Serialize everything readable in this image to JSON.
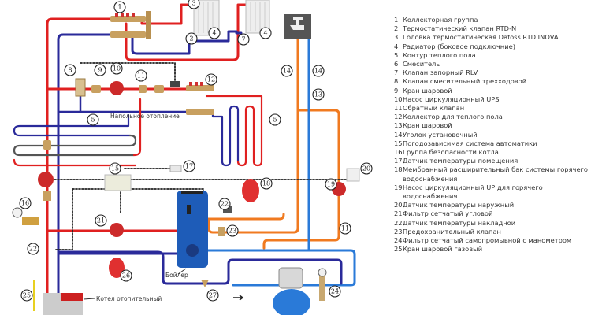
{
  "diagram": {
    "labels": {
      "floor_heating": "Напольное отопление",
      "boiler": "Бойлер",
      "heating_boiler": "Котел отопительный"
    },
    "colors": {
      "supply_hot": "#e02020",
      "return_cold": "#2a2a9a",
      "dhw_hot": "#f07a20",
      "cold_water": "#2a7ad8",
      "control_line": "#222222",
      "boiler_tank": "#1e5cb8",
      "expansion_tank": "#e03030"
    },
    "callouts": [
      "1",
      "2",
      "3",
      "4",
      "4",
      "5",
      "5",
      "7",
      "8",
      "9",
      "10",
      "11",
      "11",
      "12",
      "13",
      "14",
      "14",
      "15",
      "16",
      "17",
      "18",
      "19",
      "20",
      "21",
      "22",
      "22",
      "23",
      "24",
      "25",
      "26",
      "27"
    ]
  },
  "legend": {
    "items": [
      {
        "num": "1",
        "text": "Коллекторная группа"
      },
      {
        "num": "2",
        "text": "Термостатический клапан RTD-N"
      },
      {
        "num": "3",
        "text": "Головка термостатическая Dafoss RTD  INOVA"
      },
      {
        "num": "4",
        "text": "Радиатор (боковое подключние)"
      },
      {
        "num": "5",
        "text": "Контур теплого пола"
      },
      {
        "num": "6",
        "text": "Смеситель"
      },
      {
        "num": "7",
        "text": "Клапан запорный RLV"
      },
      {
        "num": "8",
        "text": "Клапан смесительный трехходовой"
      },
      {
        "num": "9",
        "text": "Кран шаровой"
      },
      {
        "num": "10",
        "text": "Насос циркуляционный UPS"
      },
      {
        "num": "11",
        "text": "Обратный клапан"
      },
      {
        "num": "12",
        "text": "Коллектор для теплого пола"
      },
      {
        "num": "13",
        "text": "Кран шаровой"
      },
      {
        "num": "14",
        "text": "Уголок установочный"
      },
      {
        "num": "15",
        "text": "Погодозависимая система автоматики"
      },
      {
        "num": "16",
        "text": "Группа безопасности котла"
      },
      {
        "num": "17",
        "text": "Датчик температуры помещения"
      },
      {
        "num": "18",
        "text": "Мембранный расширительный бак системы горячего водоснабжения"
      },
      {
        "num": "19",
        "text": "Насос циркуляционный  UP для горячего водоснабжения"
      },
      {
        "num": "20",
        "text": "Датчик температуры наружный"
      },
      {
        "num": "21",
        "text": "Фильтр сетчатый угловой"
      },
      {
        "num": "22",
        "text": "Датчик температуры накладной"
      },
      {
        "num": "23",
        "text": "Предохранительный клапан"
      },
      {
        "num": "24",
        "text": "Фильтр сетчатый самопромывной  с манометром"
      },
      {
        "num": "25",
        "text": "Кран шаровой газовый"
      }
    ]
  }
}
